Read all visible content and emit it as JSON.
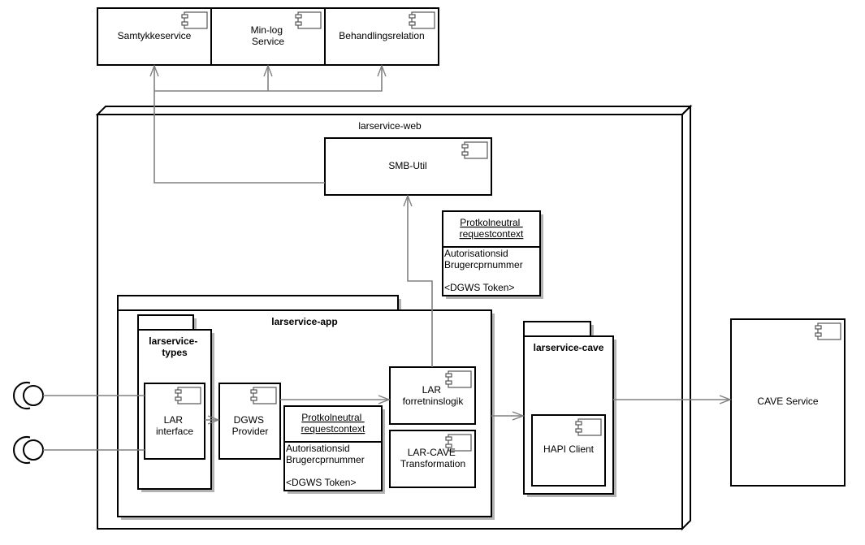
{
  "diagram": {
    "external_services": [
      {
        "name": "samtykkeservice",
        "lines": [
          "Samtykkeservice"
        ]
      },
      {
        "name": "min-log-service",
        "lines": [
          "Min-log",
          "Service"
        ]
      },
      {
        "name": "behandlingsrelation",
        "lines": [
          "Behandlingsrelation"
        ]
      }
    ],
    "node": {
      "label": "larservice-web"
    },
    "smb_util": {
      "label": "SMB-Util"
    },
    "context_note_top": {
      "title_lines": [
        "Protkolneutral",
        "requestcontext"
      ],
      "attributes": [
        "Autorisationsid",
        "Brugercprnummer",
        "",
        "<DGWS Token>"
      ]
    },
    "app_package": {
      "label": "larservice-app"
    },
    "types_package": {
      "label_lines": [
        "larservice-",
        "types"
      ]
    },
    "lar_interface": {
      "lines": [
        "LAR",
        "interface"
      ]
    },
    "dgws_provider": {
      "lines": [
        "DGWS",
        "Provider"
      ]
    },
    "context_note_bottom": {
      "title_lines": [
        "Protkolneutral",
        "requestcontext"
      ],
      "attributes": [
        "Autorisationsid",
        "Brugercprnummer",
        "",
        "<DGWS Token>"
      ]
    },
    "lar_logic": {
      "lines": [
        "LAR",
        "forretninslogik"
      ]
    },
    "lar_cave_transformation": {
      "lines": [
        "LAR-CAVE",
        "Transformation"
      ]
    },
    "cave_package": {
      "label": "larservice-cave"
    },
    "hapi_client": {
      "label": "HAPI Client"
    },
    "cave_service": {
      "label": "CAVE Service"
    },
    "provided_interfaces": 2
  },
  "icons": {
    "component": "component-icon",
    "interface": "interface-lollipop-icon",
    "arrow": "open-arrowhead"
  },
  "colors": {
    "stroke": "#000000",
    "connector": "#808080",
    "shadow": "#b3b3b3",
    "icon": "#555555",
    "background": "#ffffff"
  }
}
